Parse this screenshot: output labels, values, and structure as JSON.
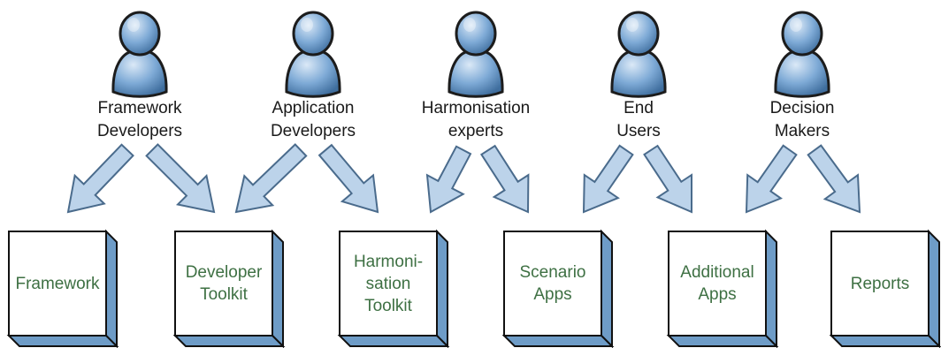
{
  "actors": [
    {
      "line1": "Framework",
      "line2": "Developers",
      "icon": "person-icon"
    },
    {
      "line1": "Application",
      "line2": "Developers",
      "icon": "person-icon"
    },
    {
      "line1": "Harmonisation",
      "line2": "experts",
      "icon": "person-icon"
    },
    {
      "line1": "End",
      "line2": "Users",
      "icon": "person-icon"
    },
    {
      "line1": "Decision",
      "line2": "Makers",
      "icon": "person-icon"
    }
  ],
  "components": [
    {
      "lines": [
        "Framework"
      ]
    },
    {
      "lines": [
        "Developer",
        "Toolkit"
      ]
    },
    {
      "lines": [
        "Harmoni-",
        "sation",
        "Toolkit"
      ]
    },
    {
      "lines": [
        "Scenario",
        "Apps"
      ]
    },
    {
      "lines": [
        "Additional",
        "Apps"
      ]
    },
    {
      "lines": [
        "Reports"
      ]
    }
  ],
  "colors": {
    "person_fill": "#6f9fd0",
    "person_stroke": "#1c1c1c",
    "arrow_fill": "#bcd3ea",
    "arrow_stroke": "#4a6b8c",
    "box_side": "#6e9cc7",
    "box_stroke": "#111111",
    "box_text": "#3e7043"
  }
}
